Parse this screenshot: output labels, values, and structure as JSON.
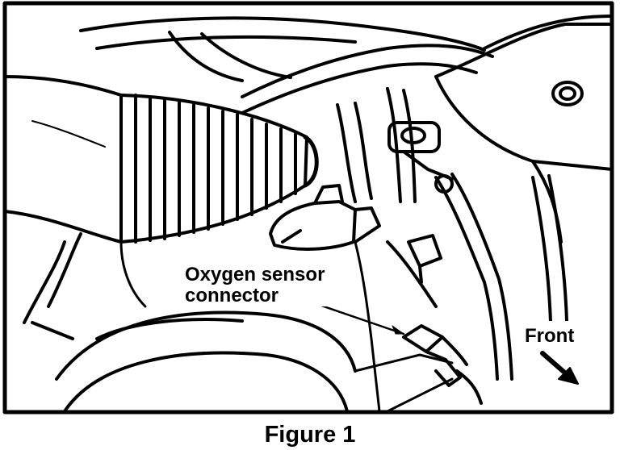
{
  "labels": {
    "connector_line1": "Oxygen sensor",
    "connector_line2": "connector",
    "front": "Front"
  },
  "caption": "Figure 1"
}
